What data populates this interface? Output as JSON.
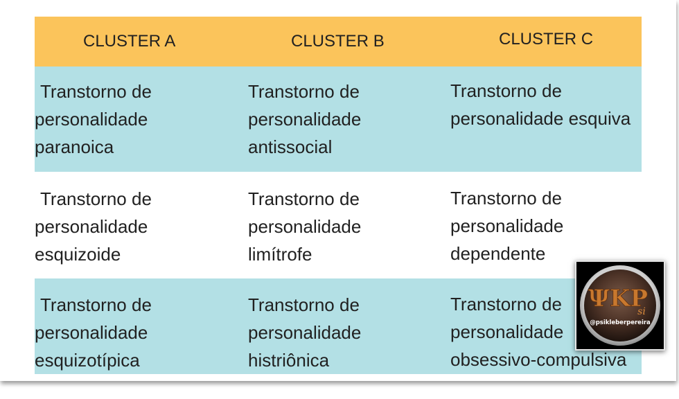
{
  "colors": {
    "header": "#FBC45B",
    "band": "#B3E0E5",
    "plain": "#FFFFFF",
    "text": "#212121"
  },
  "table": {
    "headers": [
      "CLUSTER A",
      "CLUSTER B",
      "CLUSTER C"
    ],
    "rows": [
      {
        "color": "#B3E0E5",
        "cells": [
          {
            "lines": [
              "Transtorno de",
              "personalidade",
              "paranoica"
            ]
          },
          {
            "lines": [
              "Transtorno de",
              "personalidade",
              "antissocial"
            ]
          },
          {
            "lines": [
              "Transtorno de",
              "personalidade esquiva"
            ]
          }
        ]
      },
      {
        "color": "#FFFFFF",
        "cells": [
          {
            "lines": [
              "Transtorno de",
              "personalidade",
              "esquizoide"
            ]
          },
          {
            "lines": [
              "Transtorno de",
              "personalidade",
              "limítrofe"
            ]
          },
          {
            "lines": [
              "Transtorno de",
              "personalidade",
              "dependente"
            ]
          }
        ]
      },
      {
        "color": "#B3E0E5",
        "cells": [
          {
            "lines": [
              "Transtorno de",
              "personalidade",
              "esquizotípica"
            ]
          },
          {
            "lines": [
              "Transtorno de",
              "personalidade",
              "histriônica"
            ]
          },
          {
            "lines": [
              "Transtorno de",
              "personalidade",
              "obsessivo-compulsiva"
            ]
          }
        ]
      }
    ]
  },
  "logo": {
    "mark": "ΨKP",
    "suffix": "si",
    "handle": "@psikleberpereira"
  }
}
